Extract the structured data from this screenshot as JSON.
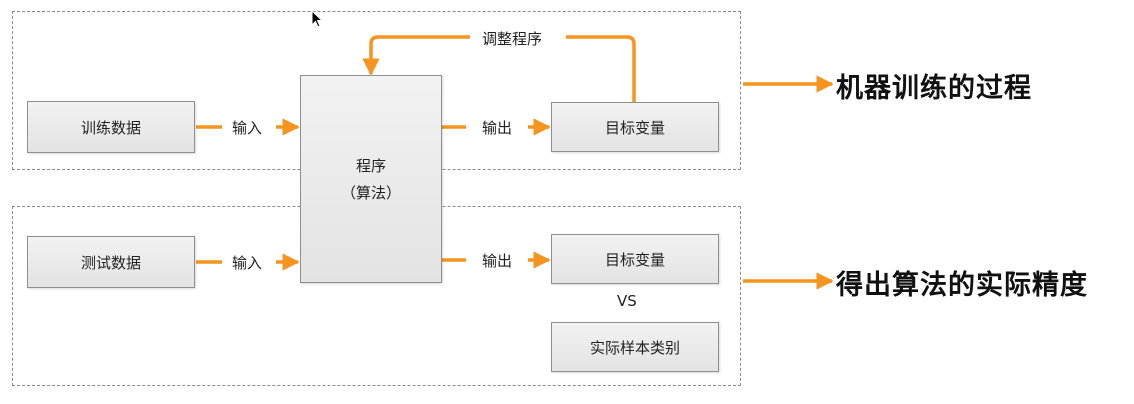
{
  "regions": {
    "top": {
      "caption": "机器训练的过程"
    },
    "bottom": {
      "caption": "得出算法的实际精度"
    }
  },
  "boxes": {
    "train_data": "训练数据",
    "test_data": "测试数据",
    "program_line1": "程序",
    "program_line2": "（算法）",
    "target_top": "目标变量",
    "target_bottom": "目标变量",
    "actual_samples": "实际样本类别"
  },
  "labels": {
    "input_top": "输入",
    "output_top": "输出",
    "input_bottom": "输入",
    "output_bottom": "输出",
    "adjust": "调整程序",
    "vs": "VS"
  },
  "colors": {
    "arrow": "#f5941f",
    "border": "#8a8a8a",
    "box_fill": "#ececec"
  }
}
